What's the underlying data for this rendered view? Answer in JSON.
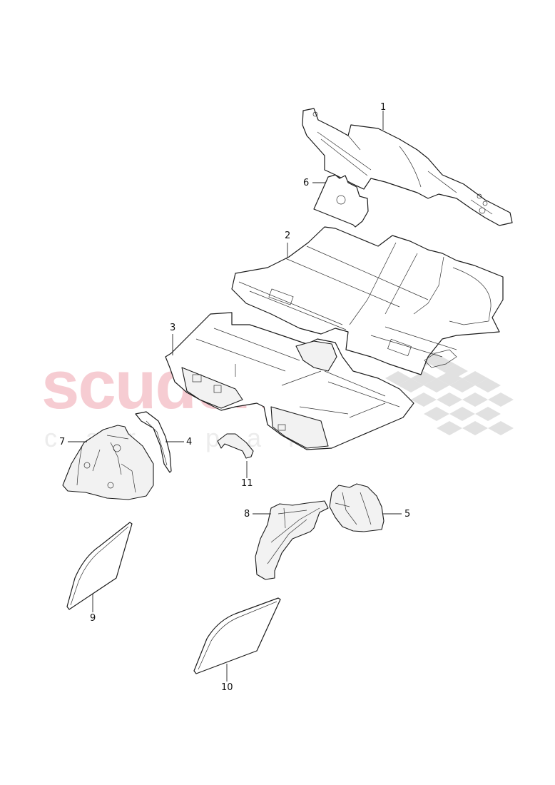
{
  "diagram": {
    "type": "exploded parts diagram",
    "subject": "floor carpet / trim insulation parts",
    "watermark": {
      "main_text": "scuderia",
      "sub_letters": [
        "c",
        "a",
        "r",
        "p",
        "a",
        "r",
        "t",
        "s"
      ],
      "main_color": "#f6ccd2",
      "sub_color": "#ececec",
      "flag_color": "#d8d8d8"
    },
    "callouts": [
      {
        "id": "1",
        "label": "1",
        "part": "upper front insulation panel"
      },
      {
        "id": "2",
        "label": "2",
        "part": "front floor carpet"
      },
      {
        "id": "3",
        "label": "3",
        "part": "rear floor carpet"
      },
      {
        "id": "4",
        "label": "4",
        "part": "wheel arch trim strip"
      },
      {
        "id": "5",
        "label": "5",
        "part": "right wheel housing liner"
      },
      {
        "id": "6",
        "label": "6",
        "part": "small insulation pad"
      },
      {
        "id": "7",
        "label": "7",
        "part": "left wheel housing liner"
      },
      {
        "id": "8",
        "label": "8",
        "part": "wheel arch trim"
      },
      {
        "id": "9",
        "label": "9",
        "part": "left side insulation mat"
      },
      {
        "id": "10",
        "label": "10",
        "part": "right side insulation mat"
      },
      {
        "id": "11",
        "label": "11",
        "part": "small cover cap"
      }
    ]
  }
}
